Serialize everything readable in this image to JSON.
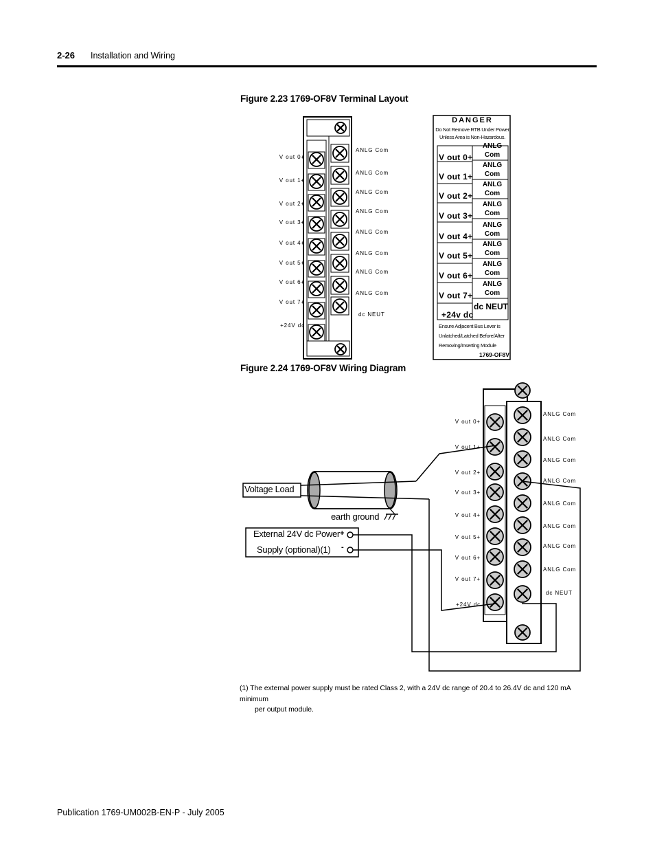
{
  "header": {
    "page_number": "2-26",
    "section": "Installation and Wiring"
  },
  "figure1": {
    "title": "Figure 2.23 1769-OF8V Terminal Layout",
    "left_labels": [
      "V out 0+",
      "V out 1+",
      "V out 2+",
      "V out 3+",
      "V out 4+",
      "V out 5+",
      "V out 6+",
      "V out 7+",
      "+24V dc"
    ],
    "right_labels": [
      "ANLG Com",
      "ANLG Com",
      "ANLG Com",
      "ANLG Com",
      "ANLG Com",
      "ANLG Com",
      "ANLG Com",
      "ANLG Com",
      "dc NEUT"
    ],
    "danger": {
      "title": "DANGER",
      "note_line1": "Do Not Remove RTB Under Power",
      "note_line2": "Unless Area is Non-Hazardous.",
      "rows_left": [
        "V  out  0+",
        "V  out  1+",
        "V  out  2+",
        "V  out  3+",
        "V  out  4+",
        "V  out  5+",
        "V  out  6+",
        "V  out  7+",
        "+24v  dc"
      ],
      "rows_right_top": [
        "ANLG",
        "ANLG",
        "ANLG",
        "ANLG",
        "ANLG",
        "ANLG",
        "ANLG",
        "ANLG"
      ],
      "rows_right_bottom": [
        "Com",
        "Com",
        "Com",
        "Com",
        "Com",
        "Com",
        "Com",
        "Com"
      ],
      "dc_neut": "dc  NEUT",
      "bottom_line1": "Ensure Adjacent Bus Lever is",
      "bottom_line2": "Unlatched/Latched Before/After",
      "bottom_line3": "Removing/Inserting Module",
      "model": "1769-OF8V"
    }
  },
  "figure2": {
    "title": "Figure 2.24 1769-OF8V Wiring Diagram",
    "left_labels": [
      "V out 0+",
      "V out 1+",
      "V out 2+",
      "V out 3+",
      "V out 4+",
      "V out 5+",
      "V out 6+",
      "V out 7+",
      "+24V dc"
    ],
    "right_labels": [
      "ANLG Com",
      "ANLG Com",
      "ANLG Com",
      "ANLG Com",
      "ANLG Com",
      "ANLG Com",
      "ANLG Com",
      "ANLG Com",
      "dc NEUT"
    ],
    "voltage_load": "Voltage Load",
    "earth_ground": "earth ground",
    "supply_line1": "External 24V dc Power",
    "supply_line2": "Supply  (optional)(1)",
    "plus": "+",
    "minus": "-"
  },
  "footnote": {
    "line1": "(1) The external power supply must be rated Class 2, with a 24V dc range of 20.4 to 26.4V dc and 120 mA minimum",
    "line2": "per output module."
  },
  "footer": {
    "publication": "Publication 1769-UM002B-EN-P - July 2005"
  }
}
